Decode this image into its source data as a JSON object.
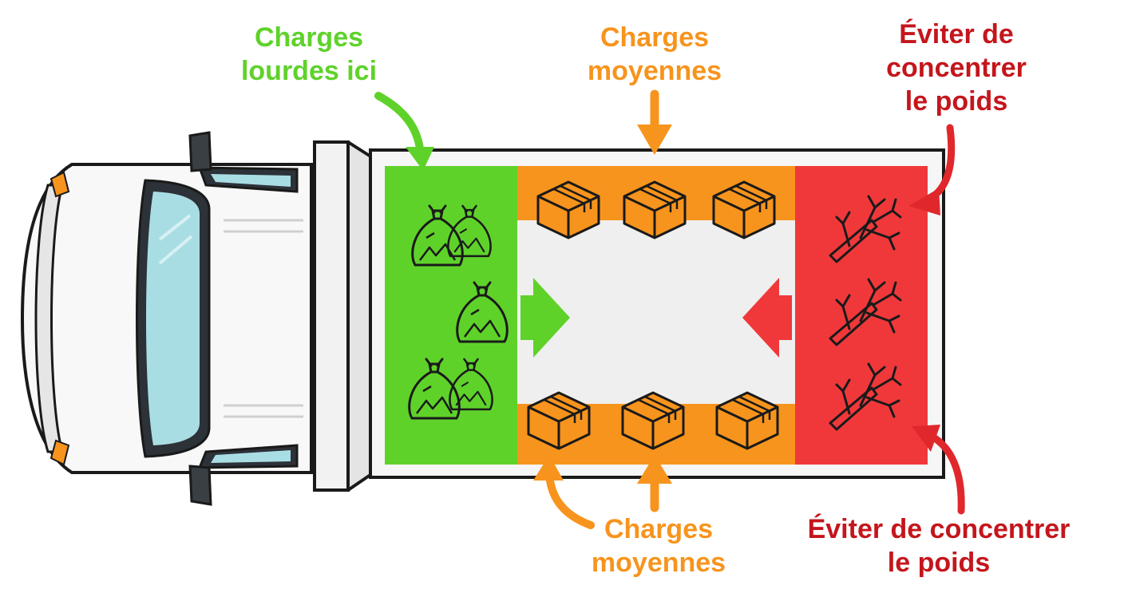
{
  "labels": {
    "heavy": {
      "line1": "Charges",
      "line2": "lourdes ici"
    },
    "medium_top": {
      "line1": "Charges",
      "line2": "moyennes"
    },
    "avoid_top": {
      "line1": "Éviter de",
      "line2": "concentrer",
      "line3": "le poids"
    },
    "medium_bottom": {
      "line1": "Charges",
      "line2": "moyennes"
    },
    "avoid_bottom": {
      "line1": "Éviter de concentrer",
      "line2": "le poids"
    }
  },
  "colors": {
    "heavy_zone": "#5fd22a",
    "medium_zone": "#f7941d",
    "avoid_zone": "#f0383a",
    "center_zone": "#efefef",
    "label_green": "#5fd22a",
    "label_orange": "#f7941d",
    "label_red": "#c4161c"
  },
  "zones": {
    "heavy": {
      "icon": "trash-bag-icon",
      "count": 5
    },
    "medium": {
      "icon": "cardboard-box-icon",
      "count": 6
    },
    "avoid": {
      "icon": "branch-icon",
      "count": 3
    }
  }
}
